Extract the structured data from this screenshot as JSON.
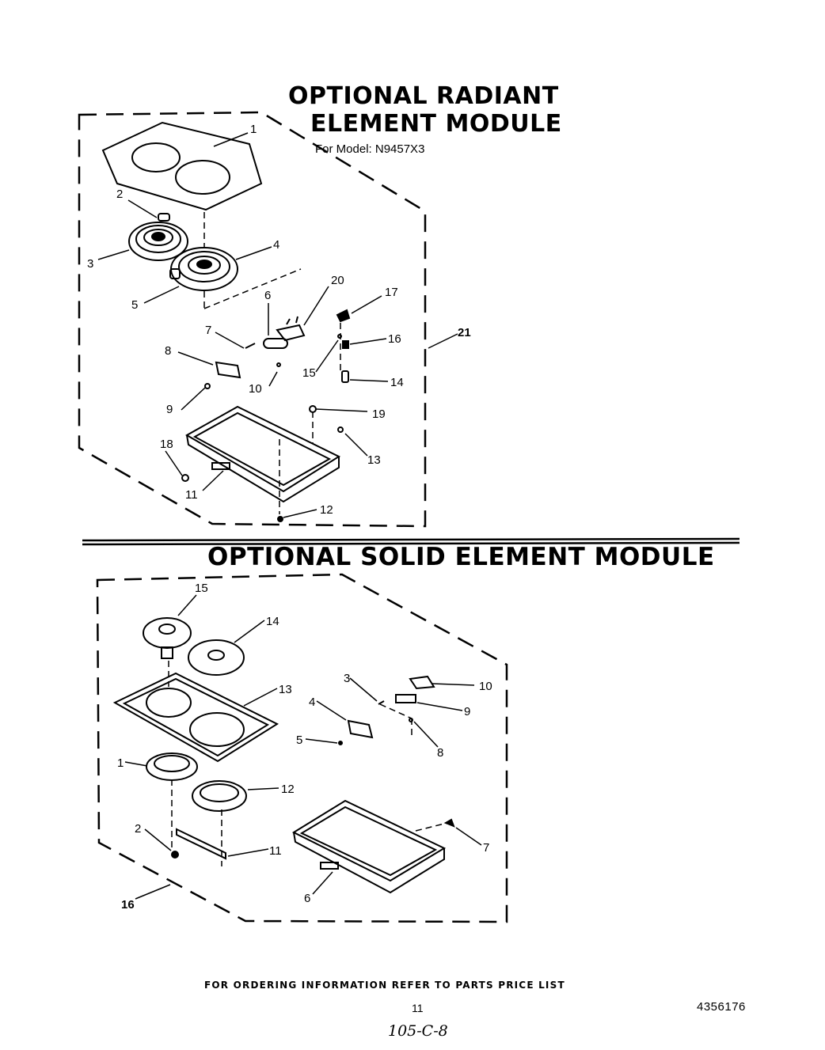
{
  "radiant": {
    "title_line1": "OPTIONAL RADIANT",
    "title_line2": "ELEMENT MODULE",
    "model_label": "For Model: N9457X3",
    "callouts": [
      "1",
      "2",
      "3",
      "4",
      "5",
      "6",
      "7",
      "8",
      "9",
      "10",
      "11",
      "12",
      "13",
      "14",
      "15",
      "16",
      "17",
      "18",
      "19",
      "20",
      "21"
    ]
  },
  "solid": {
    "title": "OPTIONAL SOLID ELEMENT MODULE",
    "callouts": [
      "1",
      "2",
      "3",
      "4",
      "5",
      "6",
      "7",
      "8",
      "9",
      "10",
      "11",
      "12",
      "13",
      "14",
      "15",
      "16"
    ]
  },
  "footer": {
    "ordering_note": "FOR ORDERING INFORMATION REFER TO PARTS PRICE LIST",
    "page_number": "11",
    "document_number": "4356176",
    "handwritten_note": "105-C-8"
  }
}
